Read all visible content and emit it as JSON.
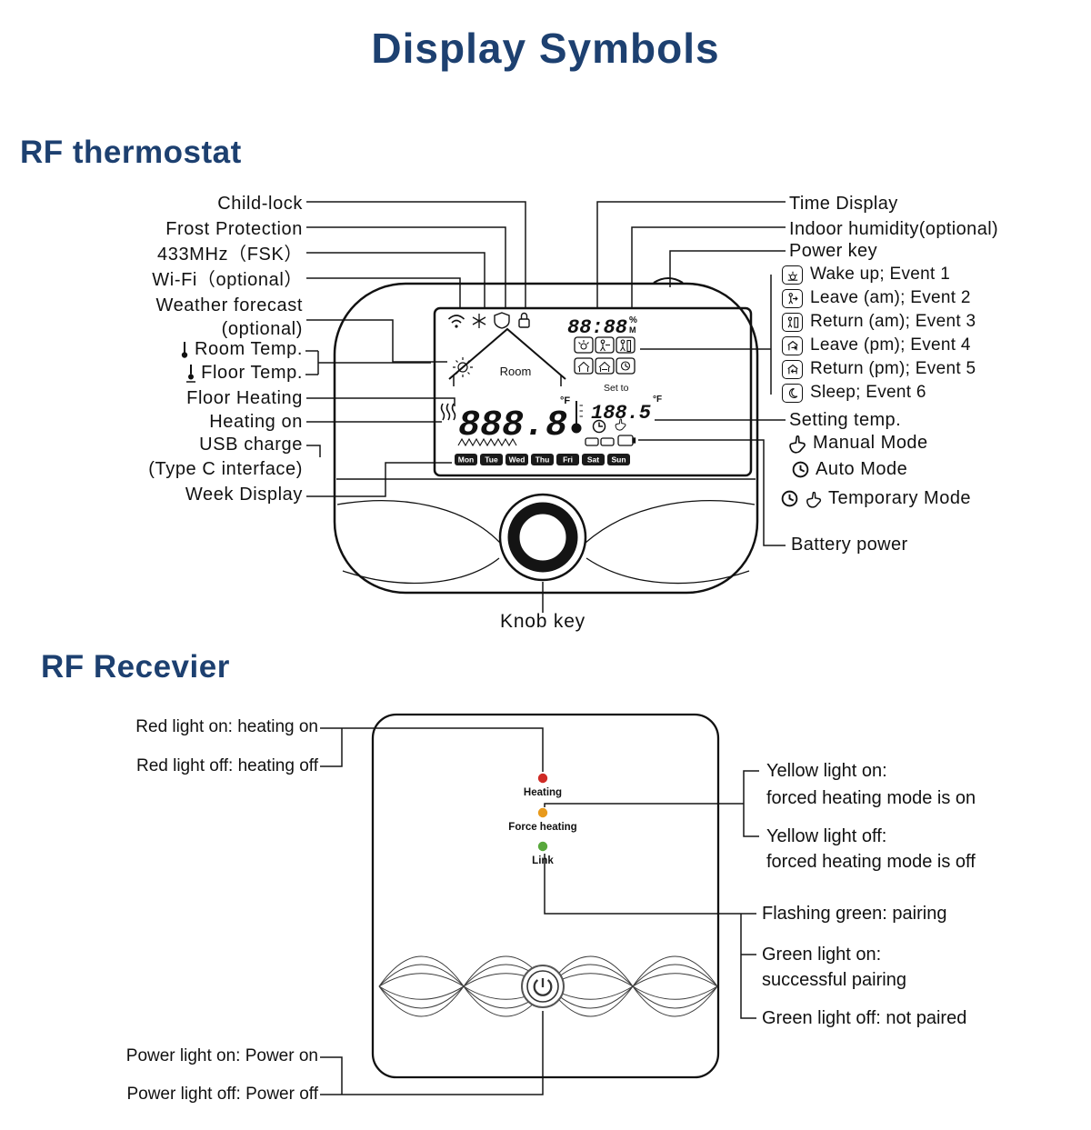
{
  "page": {
    "title": "Display Symbols"
  },
  "thermostat": {
    "heading": "RF thermostat",
    "left_labels": [
      "Child-lock",
      "Frost Protection",
      "433MHz（FSK）",
      "Wi-Fi（optional）",
      "Weather forecast",
      "(optional)",
      "Room Temp.",
      "Floor Temp.",
      "Floor Heating",
      "Heating on",
      "USB charge",
      "(Type C interface)",
      "Week Display"
    ],
    "right_labels": {
      "time": "Time Display",
      "humidity": "Indoor humidity(optional)",
      "power": "Power key",
      "setting": "Setting temp.",
      "manual": "Manual Mode",
      "auto": "Auto Mode",
      "temporary": "Temporary Mode",
      "battery": "Battery power"
    },
    "events": [
      "Wake up; Event 1",
      "Leave (am); Event 2",
      "Return (am); Event 3",
      "Leave (pm); Event 4",
      "Return (pm); Event 5",
      "Sleep; Event 6"
    ],
    "knob_label": "Knob key",
    "display": {
      "time": "88:88",
      "humidity_icon": "%",
      "fsk_icon": "M",
      "room": "Room",
      "temp": "888.8",
      "temp_unit": "°F",
      "set_label": "Set to",
      "set_temp": "188.5",
      "set_unit": "°F",
      "days": [
        "Mon",
        "Tue",
        "Wed",
        "Thu",
        "Fri",
        "Sat",
        "Sun"
      ]
    }
  },
  "receiver": {
    "heading": "RF Recevier",
    "left_labels": [
      "Red light on: heating on",
      "Red light off: heating off",
      "Power light on: Power on",
      "Power light off: Power off"
    ],
    "right_labels": [
      "Yellow light on:",
      "forced heating mode is on",
      "Yellow light off:",
      "forced heating mode is off",
      "Flashing green: pairing",
      "Green light on:",
      "successful pairing",
      "Green light off: not paired"
    ],
    "leds": [
      {
        "label": "Heating",
        "color": "#cf2b26"
      },
      {
        "label": "Force heating",
        "color": "#e89a1c"
      },
      {
        "label": "Link",
        "color": "#58a83c"
      }
    ]
  }
}
